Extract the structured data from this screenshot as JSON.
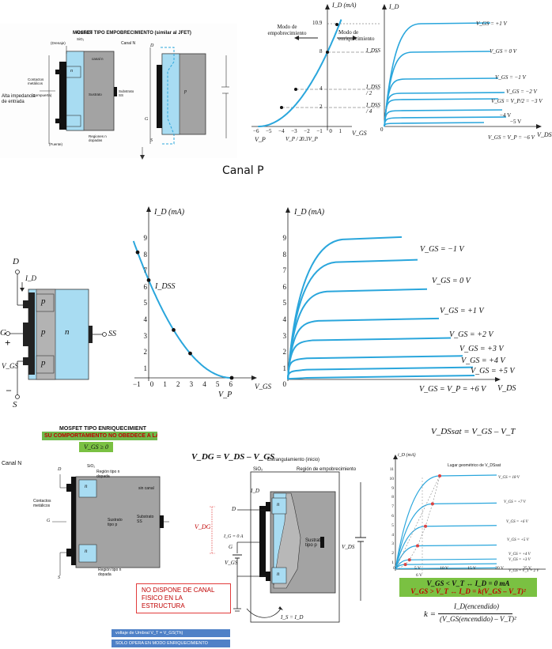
{
  "colors": {
    "curve": "#2aa6dc",
    "n_region": "#a8dcf2",
    "substrate": "#a3a3a3",
    "green": "#7ac142",
    "red": "#c00000",
    "blue_bar": "#4f81c7"
  },
  "top_left": {
    "title": "MOSFET TIPO EMPOBRECIMIENTO (similar al JFET)",
    "subtitle": "Canal N",
    "aislante": "Aislante",
    "labels": [
      "(Drenaje)",
      "SiO₂",
      "canal n",
      "Contactos metálicos",
      "(Compuerta)",
      "Alta impedancia de entrada",
      "Sustrato",
      "Substrato SS",
      "(Fuente)",
      "Regiones n dopadas",
      "D",
      "G",
      "S",
      "n",
      "p"
    ]
  },
  "canal_p_heading": "Canal P",
  "graph1": {
    "y_axis": "I_D (mA)",
    "y_ticks": [
      "10.9",
      "8",
      "4",
      "2"
    ],
    "x_ticks": [
      "−6",
      "−5",
      "−4",
      "−3",
      "−2",
      "−1",
      "0",
      "1"
    ],
    "annotations": [
      "Modo de empobrecimiento",
      "Modo de enriquecimiento"
    ],
    "vp": "V_P",
    "vp_half": "V_P / 2",
    "vp_03": "0.3V_P",
    "xlabel": "V_GS",
    "idss_labels": [
      "I_DSS",
      "I_DSS / 2",
      "I_DSS / 4"
    ]
  },
  "graph2": {
    "y_axis": "I_D",
    "curves": [
      "V_GS = +1 V",
      "V_GS = 0 V",
      "V_GS = −1 V",
      "V_GS = −2 V",
      "V_GS = V_P/2 = −3 V",
      "−4 V",
      "−5 V",
      "V_GS = V_P = −6 V"
    ],
    "xlabel": "V_DS",
    "origin": "0"
  },
  "graph3": {
    "y_axis": "I_D (mA)",
    "y_ticks": [
      "9",
      "8",
      "7",
      "6",
      "5",
      "4",
      "3",
      "2",
      "1",
      "0"
    ],
    "x_ticks": [
      "−1",
      "0",
      "1",
      "2",
      "3",
      "4",
      "5",
      "6"
    ],
    "idss": "I_DSS",
    "vp": "V_P",
    "xlabel": "V_GS"
  },
  "graph4": {
    "y_axis": "I_D (mA)",
    "y_ticks": [
      "9",
      "8",
      "7",
      "6",
      "5",
      "4",
      "3",
      "2",
      "1",
      "0"
    ],
    "curves": [
      "V_GS = −1 V",
      "V_GS = 0 V",
      "V_GS = +1 V",
      "V_GS = +2 V",
      "V_GS = +3 V",
      "V_GS = +4 V",
      "V_GS = +5 V",
      "V_GS = V_P = +6 V"
    ],
    "xlabel": "V_DS"
  },
  "pchannel_device": {
    "D": "D",
    "G": "G",
    "S": "S",
    "SS": "SS",
    "ID": "I_D",
    "VGS": "V_GS",
    "plus": "+",
    "minus": "–",
    "p": "p",
    "n": "n"
  },
  "enh": {
    "title": "MOSFET TIPO ENRIQUECIMIENT",
    "banner": "SU COMPORTAMIENTO NO OBEDECE A LA EC",
    "vgs_cond": "V_GS ≥ 0",
    "canal_n": "Canal N",
    "device_labels": [
      "D",
      "SiO₂",
      "Región tipo n dopada",
      "Contactos metálicos",
      "sin canal",
      "G",
      "Sustrato tipo p",
      "Substrato SS",
      "Región tipo n dopada",
      "S",
      "n",
      "n"
    ],
    "no_canal_1": "NO DISPONE DE CANAL",
    "no_canal_2": "FISICO EN LA ESTRUCTURA",
    "umbral": "voltaje de Umbral V_T = V_GS(Th)",
    "solo_opera": "SOLO OPERA EN MODO ENRIQUECIMIENTO",
    "vdg_eq": "V_DG = V_DS – V_GS",
    "strangle": "Estrangulamiento (inicio)",
    "empob": "Región de empobrecimiento",
    "sio2": "SiO₂",
    "sustrato": "Sustrato tipo p",
    "id": "I_D",
    "ig": "I_G = 0 A",
    "is": "I_S = I_D",
    "vdg": "V_DG",
    "vgs": "V_GS",
    "vds": "V_DS",
    "vdsat": "V_DSsat = V_GS – V_T",
    "graph_y": "i_D (mA)",
    "lugar": "Lugar geométrico de V_DSsat",
    "y_ticks": [
      "11",
      "10",
      "9",
      "8",
      "7",
      "6",
      "5",
      "4",
      "3",
      "2",
      "1"
    ],
    "x_ticks": [
      "0",
      "5 V",
      "10 V",
      "15 V",
      "20 V",
      "25 V"
    ],
    "curve_labels": [
      "V_GS = 18 V",
      "V_GS = +7 V",
      "V_GS = +6 V",
      "V_GS = +5 V",
      "V_GS = +4 V",
      "V_GS = +3 V",
      "V_GS = V_T = 2 V"
    ],
    "six_v": "6 V",
    "eq1": "V_GS < V_T ↔ I_D = 0 mA",
    "eq2": "V_GS > V_T ↔ I_D = k(V_GS – V_T)²",
    "k_eq_lhs": "k =",
    "k_num": "I_D(encendido)",
    "k_den": "(V_GS(encendido) – V_T)²"
  }
}
